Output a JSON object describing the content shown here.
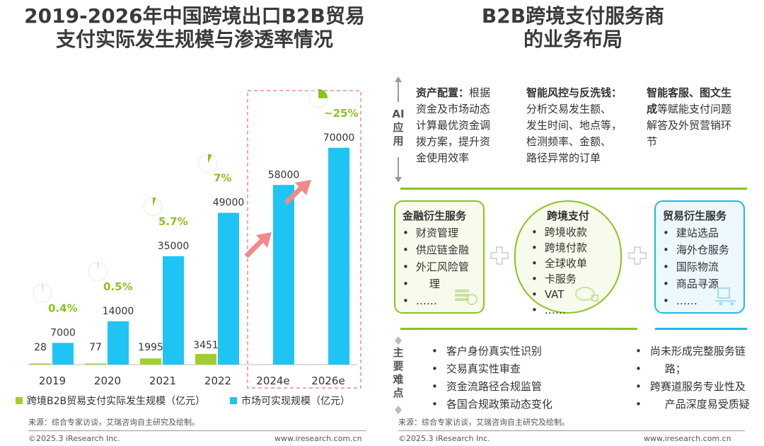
{
  "left_title_1": "2019-2026年中国跨境出口B2B贸易",
  "left_title_2": "支付实际发生规模与渗透率情况",
  "right_title_1": "B2B跨境支付服务商",
  "right_title_2": "的业务布局",
  "chart_data": {
    "type": "bar",
    "categories": [
      "2019",
      "2020",
      "2021",
      "2022",
      "2024e",
      "2026e"
    ],
    "series": [
      {
        "name": "跨境B2B贸易支付实际发生规模（亿元）",
        "values": [
          28,
          77,
          1995,
          3451,
          null,
          null
        ],
        "labels": [
          "28",
          "77",
          "1995",
          "3451",
          "",
          ""
        ],
        "color": "#a0cf2d"
      },
      {
        "name": "市场可实现规模（亿元）",
        "values": [
          7000,
          14000,
          35000,
          49000,
          58000,
          70000
        ],
        "labels": [
          "7000",
          "14000",
          "35000",
          "49000",
          "58000",
          "70000"
        ],
        "color": "#1ec4f4"
      }
    ],
    "penetration": [
      {
        "label": "0.4%",
        "value": 0.4
      },
      {
        "label": "0.5%",
        "value": 0.5
      },
      {
        "label": "5.7%",
        "value": 5.7
      },
      {
        "label": "7%",
        "value": 7
      },
      {
        "label": "",
        "value": null
      },
      {
        "label": "~25%",
        "value": 25
      }
    ],
    "ylim": [
      0,
      72000
    ]
  },
  "legend": {
    "item1": "跨境B2B贸易支付实际发生规模（亿元）",
    "item2": "市场可实现规模（亿元）"
  },
  "left_source": "来源：综合专家访谈，艾瑞咨询自主研究及绘制。",
  "copyright": "©2025.3 iResearch Inc.",
  "website": "www.iresearch.com.cn",
  "right_source": "来源：综合专家访谈，艾瑞咨询自主研究及绘制。",
  "ai_label": [
    "AI",
    "应",
    "用"
  ],
  "ai_cols": [
    {
      "head": "资产配置：",
      "lines": [
        "根据",
        "资金及市场动态",
        "计算最优资金调",
        "拨方案，提升资",
        "金使用效率"
      ]
    },
    {
      "head": "智能风控与反洗钱：",
      "lines": [
        "分析交易发生额、",
        "发生时间、地点等，",
        "检测频率、金额、",
        "路径异常的订单"
      ]
    },
    {
      "head": "智能客服、图文生",
      "head2": "成",
      "lines": [
        "等赋能支付问题",
        "解答及外贸营销环",
        "节"
      ]
    }
  ],
  "boxes": {
    "fin": {
      "title": "金融衍生服务",
      "items": [
        "财资管理",
        "供应链金融",
        "外汇风险管",
        "理",
        "……"
      ]
    },
    "pay": {
      "title": "跨境支付",
      "items": [
        "跨境收款",
        "跨境付款",
        "全球收单",
        "卡服务",
        "VAT",
        "……"
      ]
    },
    "trade": {
      "title": "贸易衍生服务",
      "items": [
        "建站选品",
        "海外仓服务",
        "国际物流",
        "商品寻源",
        "……"
      ]
    }
  },
  "diff_label": [
    "主",
    "要",
    "难",
    "点"
  ],
  "diff_left": [
    "客户身份真实性识别",
    "交易真实性审查",
    "资金流路径合规监管",
    "各国合规政策动态变化"
  ],
  "diff_right": [
    "尚未形成完整服务链",
    "路；",
    "跨赛道服务专业性及",
    "产品深度易受质疑"
  ]
}
